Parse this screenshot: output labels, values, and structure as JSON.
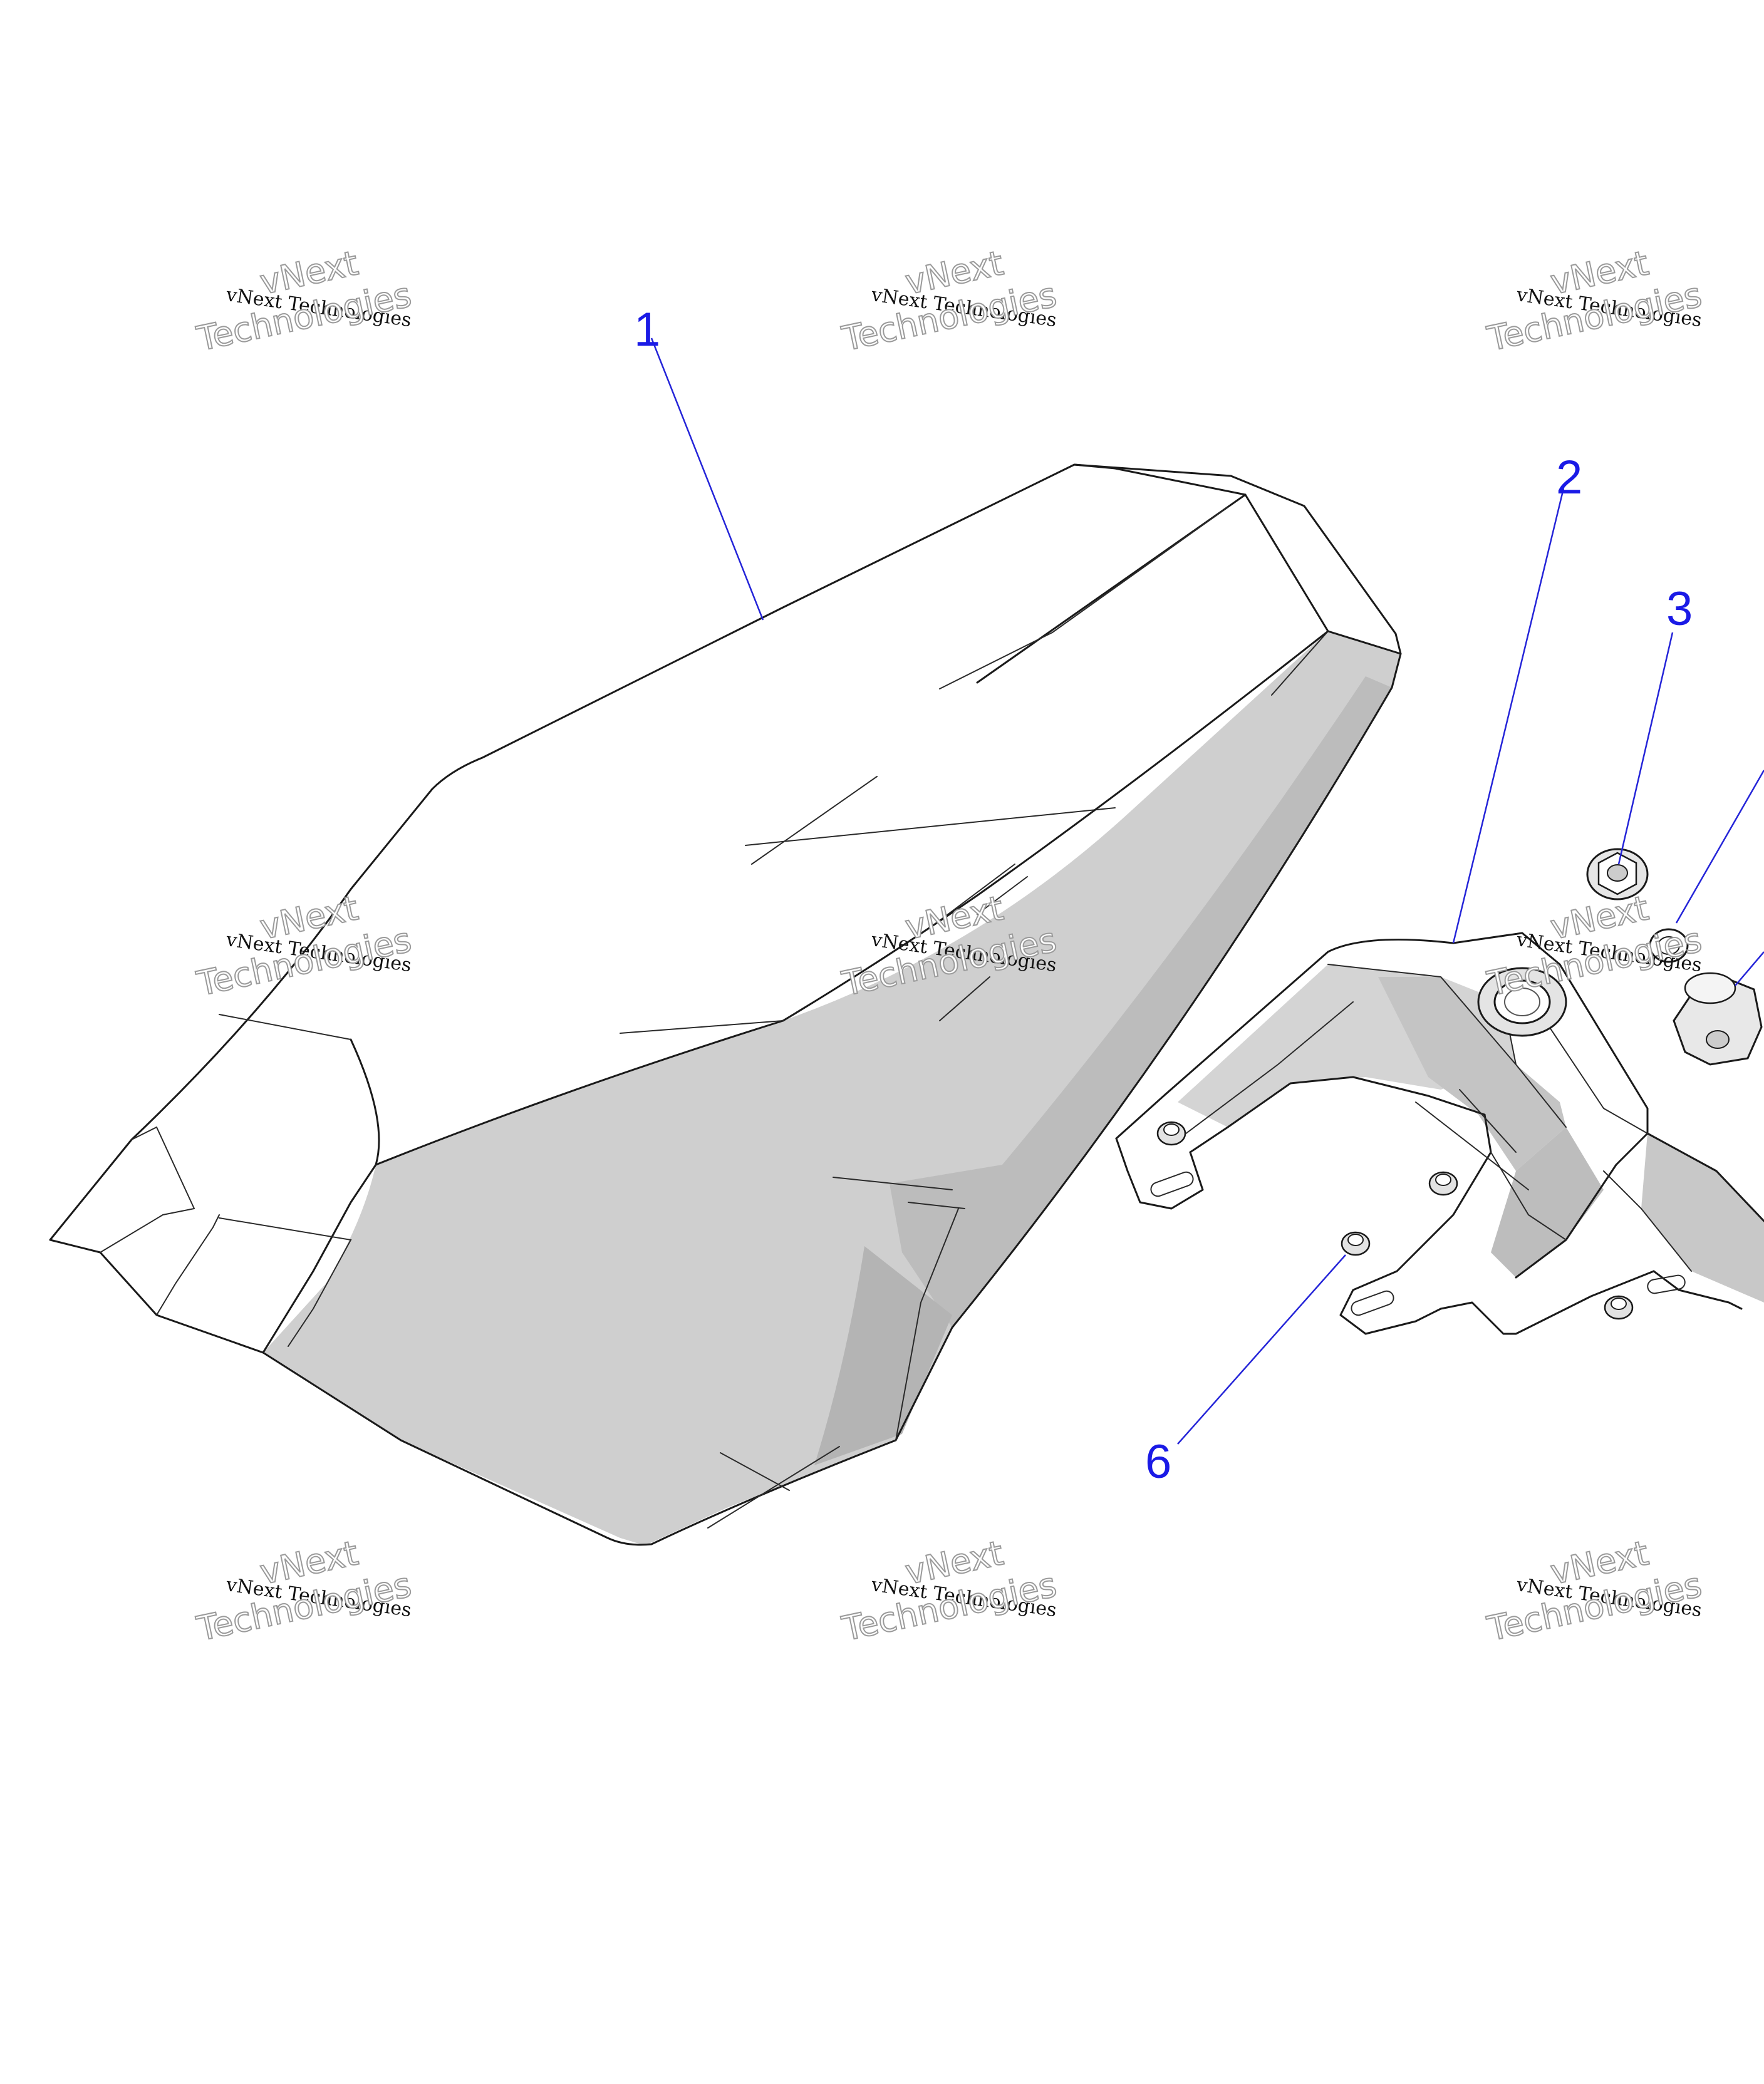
{
  "callouts": {
    "c1": "1",
    "c2": "2",
    "c3": "3",
    "c6": "6"
  },
  "watermark": {
    "line1": "vNext Technologies",
    "line2": "vNext",
    "line3": "Technologies"
  },
  "colors": {
    "callout": "#1a1ae6",
    "leader": "#2424d8",
    "shade_light": "#cfcfcf",
    "shade_dark": "#b8b8b8",
    "line": "#1a1a1a"
  }
}
